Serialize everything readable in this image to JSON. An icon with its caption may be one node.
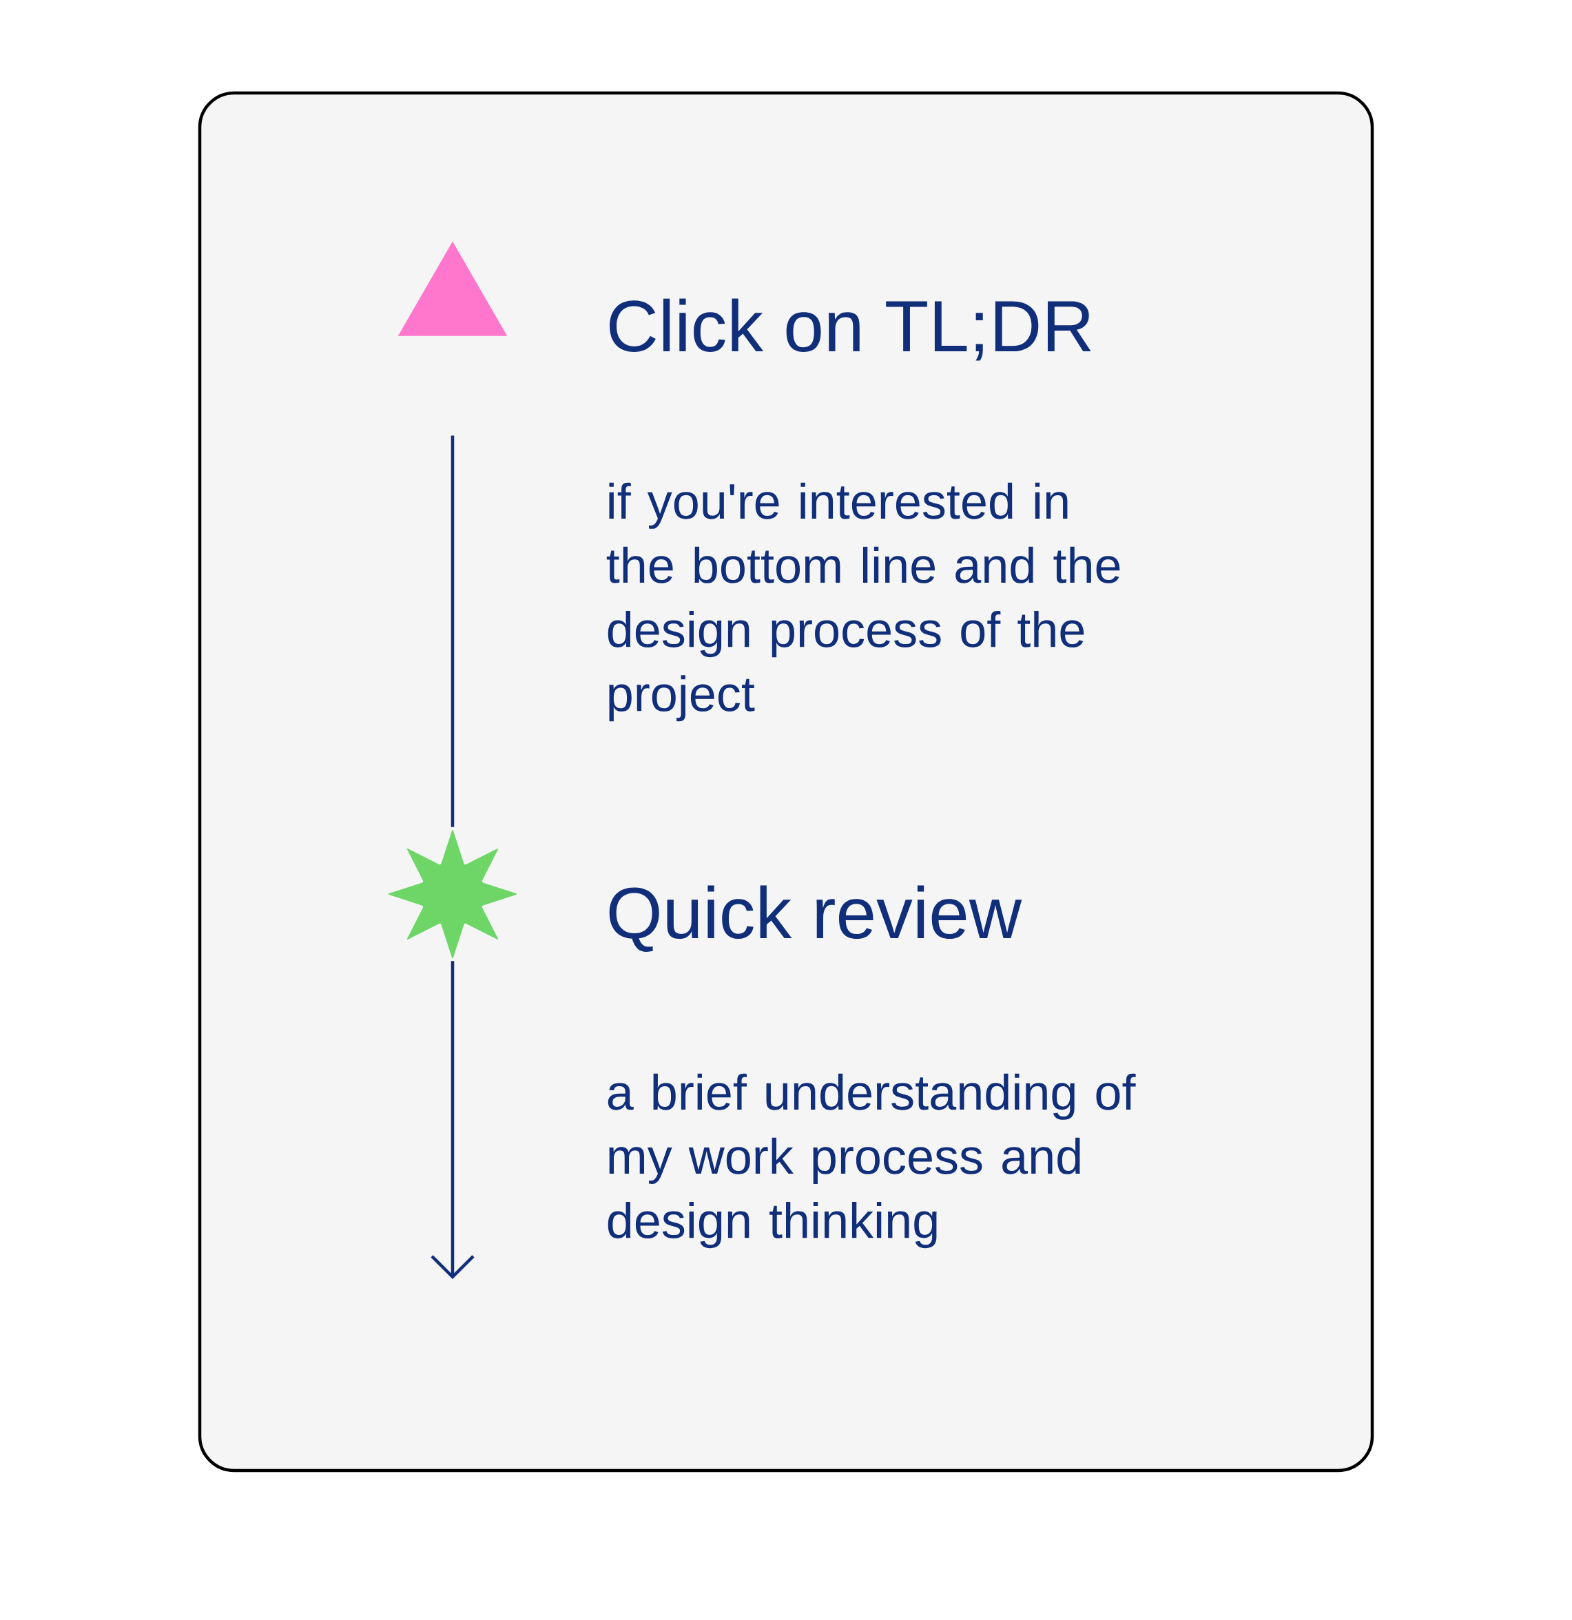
{
  "diagram": {
    "nodes": [
      {
        "text": [],
        "shape": "box"
      },
      {
        "text": [],
        "shape": "triangle",
        "in": 0,
        "beside": [
          "Click on TL;DR",
          "if you're interested in the bottom line and the design process of the project"
        ]
      },
      {
        "text": [],
        "shape": "star",
        "in": 0,
        "beside": [
          "Quick review",
          "a brief understanding of my work process and design thinking"
        ]
      }
    ],
    "edges": [
      {
        "from": 1,
        "to": 2,
        "arrow": "none"
      },
      {
        "from": 2,
        "to": null,
        "arrow": "to"
      }
    ]
  }
}
